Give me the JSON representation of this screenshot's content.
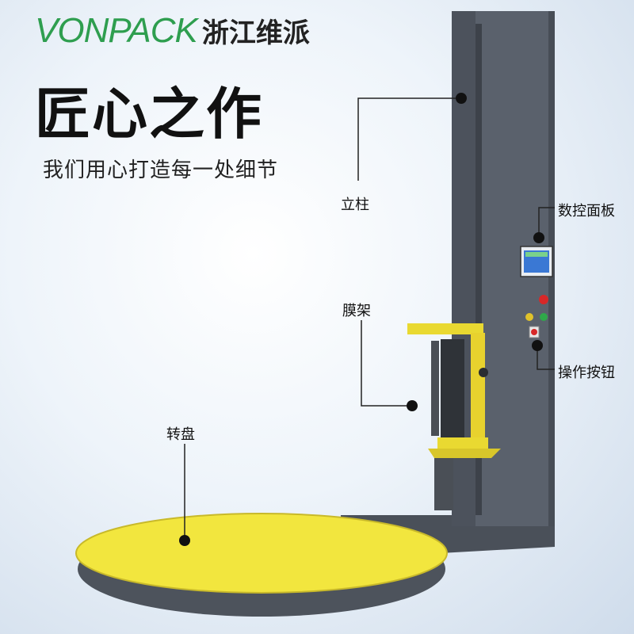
{
  "brand": {
    "name_en": "VONPACK",
    "name_cn": "浙江维派"
  },
  "headline": "匠心之作",
  "subtitle": "我们用心打造每一处细节",
  "callouts": {
    "column": "立柱",
    "control_panel": "数控面板",
    "film_carriage": "膜架",
    "buttons": "操作按钮",
    "turntable": "转盘"
  },
  "colors": {
    "brand_green": "#2e9e4f",
    "machine_gray": "#565d68",
    "accent_yellow": "#f3e23a"
  }
}
